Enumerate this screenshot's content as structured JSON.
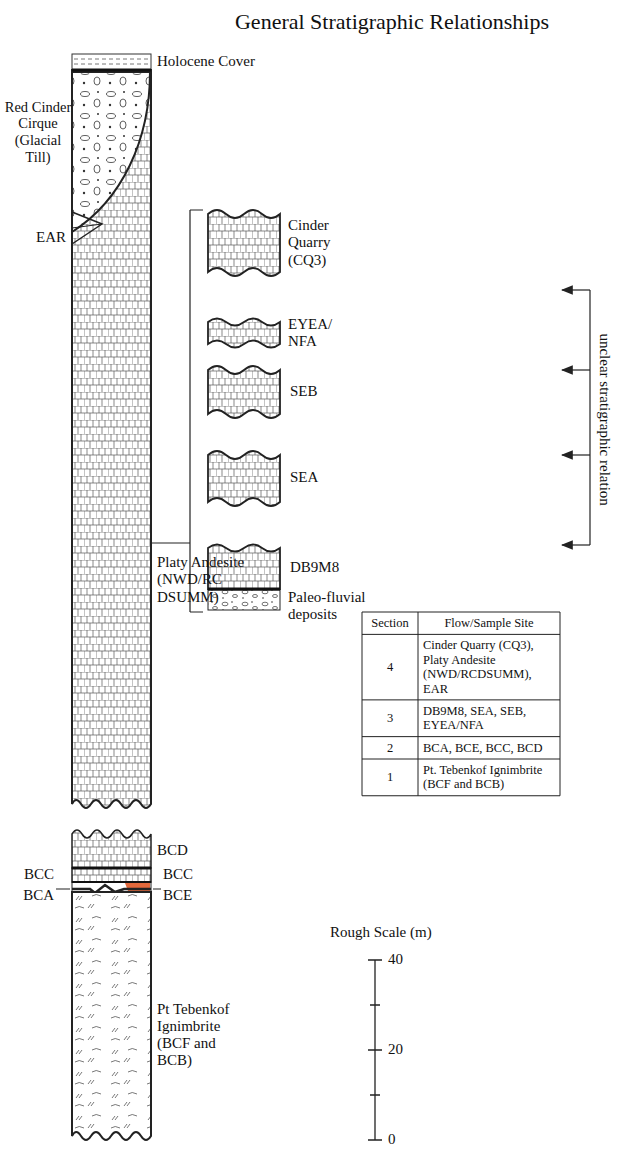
{
  "diagram": {
    "title": "General Stratigraphic Relationships",
    "labels": [
      "Holocene Cover",
      "Red Cinder Cirque (Glacial Till)",
      "EAR",
      "Platy Andesite (NWD/RC DSUMM)",
      "Cinder Quarry (CQ3)",
      "EYEA/ NFA",
      "SEB",
      "SEA",
      "DB9M8",
      "Paleo-fluvial deposits",
      "unclear stratigraphic relation",
      "Section",
      "Flow/Sample Site",
      "4",
      "Cinder Quarry (CQ3), Platy Andesite (NWD/RCDSUMM), EAR",
      "3",
      "DB9M8, SEA, SEB, EYEA/NFA",
      "2",
      "BCA, BCE, BCC, BCD",
      "1",
      "Pt. Tebenkof Ignimbrite (BCF and BCB)",
      "BCD",
      "BCC",
      "BCA",
      "BCC",
      "BCE",
      "Pt Tebenkof Ignimbrite (BCF and BCB)",
      "Rough Scale (m)",
      "40",
      "20",
      "0"
    ]
  }
}
